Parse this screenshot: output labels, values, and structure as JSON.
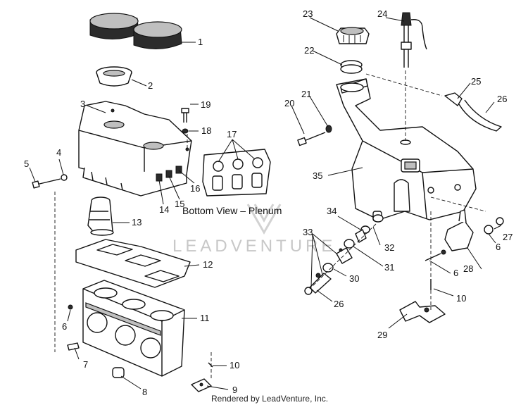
{
  "diagram": {
    "caption": "Bottom View – Plenum",
    "footer": "Rendered by LeadVenture, Inc.",
    "watermark": "LEADVENTURE",
    "callouts": [
      "1",
      "2",
      "3",
      "4",
      "5",
      "6",
      "7",
      "8",
      "9",
      "10",
      "11",
      "12",
      "13",
      "14",
      "15",
      "16",
      "17",
      "18",
      "19",
      "20",
      "21",
      "22",
      "23",
      "24",
      "25",
      "26",
      "27",
      "28",
      "29",
      "30",
      "31",
      "32",
      "33",
      "34",
      "35"
    ],
    "callouts_right": {
      "n6b": "6",
      "n6c": "6",
      "n10b": "10",
      "n26b": "26"
    }
  }
}
